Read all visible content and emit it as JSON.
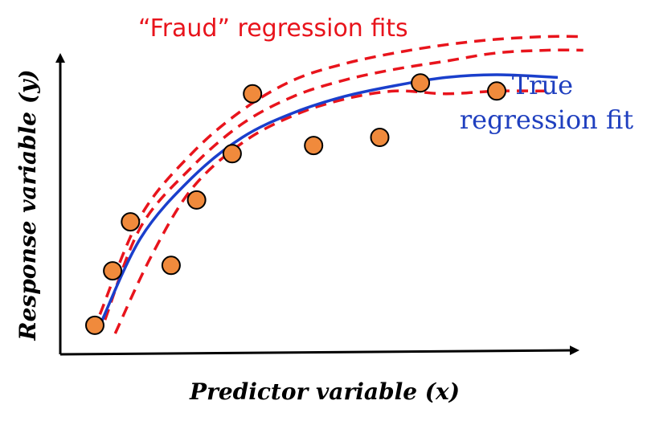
{
  "chart_data": {
    "type": "scatter",
    "xlabel": "Predictor variable (x)",
    "ylabel": "Response variable (y)",
    "xlim": [
      0,
      100
    ],
    "ylim": [
      0,
      100
    ],
    "grid": false,
    "ticks": false,
    "points": [
      {
        "x": 6,
        "y": 8
      },
      {
        "x": 9.5,
        "y": 28
      },
      {
        "x": 13,
        "y": 46
      },
      {
        "x": 21,
        "y": 30
      },
      {
        "x": 26,
        "y": 54
      },
      {
        "x": 33,
        "y": 71
      },
      {
        "x": 37,
        "y": 93
      },
      {
        "x": 49,
        "y": 74
      },
      {
        "x": 62,
        "y": 77
      },
      {
        "x": 70,
        "y": 97
      },
      {
        "x": 85,
        "y": 94
      }
    ],
    "point_color": "#f08a3c",
    "true_fit": {
      "label": "True\nregression fit",
      "color": "#1a3fcc",
      "x": [
        7,
        15,
        25,
        35,
        45,
        55,
        65,
        75,
        85,
        97
      ],
      "y": [
        8,
        40,
        62,
        77,
        86,
        92,
        96,
        99,
        100,
        99
      ]
    },
    "fraud_fits": {
      "label": "“Fraud” regression fits",
      "color": "#e8141c",
      "curves": [
        {
          "x": [
            7,
            15,
            25,
            35,
            45,
            55,
            65,
            75,
            85,
            95,
            102
          ],
          "y": [
            12,
            48,
            71,
            87,
            98,
            104,
            108,
            111,
            113,
            114,
            114
          ]
        },
        {
          "x": [
            8,
            15,
            25,
            35,
            45,
            55,
            65,
            75,
            85,
            95,
            102
          ],
          "y": [
            10,
            44,
            66,
            82,
            92,
            98,
            102,
            105,
            108,
            109,
            109
          ]
        },
        {
          "x": [
            10,
            17,
            25,
            35,
            45,
            55,
            65,
            75,
            85,
            95
          ],
          "y": [
            5,
            33,
            58,
            75,
            85,
            91,
            94,
            93,
            94,
            94
          ]
        }
      ]
    }
  }
}
